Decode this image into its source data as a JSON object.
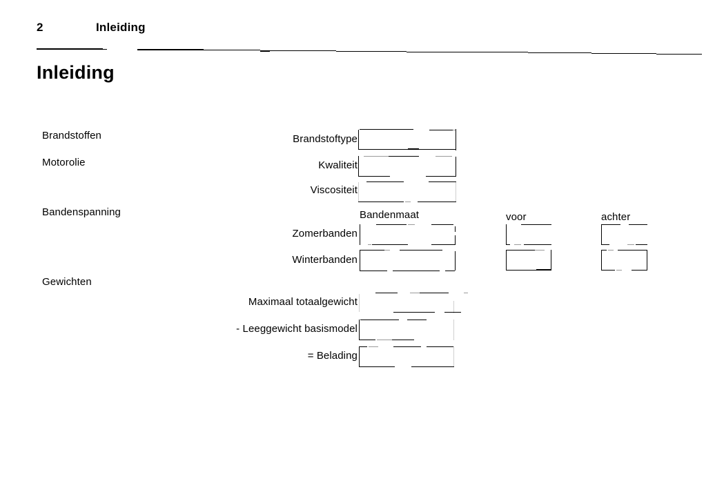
{
  "document": {
    "header": {
      "page_number": "2",
      "running_title": "Inleiding"
    },
    "heading": "Inleiding"
  },
  "sections": [
    {
      "name": "fuels",
      "label": "Brandstoffen"
    },
    {
      "name": "engine-oil",
      "label": "Motorolie"
    },
    {
      "name": "tyre-pressure",
      "label": "Bandenspanning"
    },
    {
      "name": "weights",
      "label": "Gewichten"
    }
  ],
  "fields": [
    {
      "name": "fuel-type",
      "label": "Brandstoftype",
      "value": ""
    },
    {
      "name": "oil-quality",
      "label": "Kwaliteit",
      "value": ""
    },
    {
      "name": "oil-viscosity",
      "label": "Viscositeit",
      "value": ""
    },
    {
      "name": "summer-tyres",
      "label": "Zomerbanden",
      "value": ""
    },
    {
      "name": "winter-tyres",
      "label": "Winterbanden",
      "value": ""
    },
    {
      "name": "max-total-weight",
      "label": "Maximaal totaalgewicht",
      "value": ""
    },
    {
      "name": "kerb-weight",
      "label": "- Leeggewicht basismodel",
      "value": ""
    },
    {
      "name": "payload",
      "label": "= Belading",
      "value": ""
    }
  ],
  "tyre_table": {
    "columns": [
      {
        "name": "tyre-size",
        "caption": "Bandenmaat"
      },
      {
        "name": "front-axle",
        "caption": "voor"
      },
      {
        "name": "rear-axle",
        "caption": "achter"
      }
    ],
    "rows": [
      {
        "name": "summer-tyres",
        "label": "Zomerbanden",
        "tyre_size": "",
        "front": "",
        "rear": ""
      },
      {
        "name": "winter-tyres",
        "label": "Winterbanden",
        "tyre_size": "",
        "front": "",
        "rear": ""
      }
    ]
  },
  "colors": {
    "ink": "#000000",
    "paper": "#ffffff",
    "faded_ink": "#9a9a9a"
  }
}
